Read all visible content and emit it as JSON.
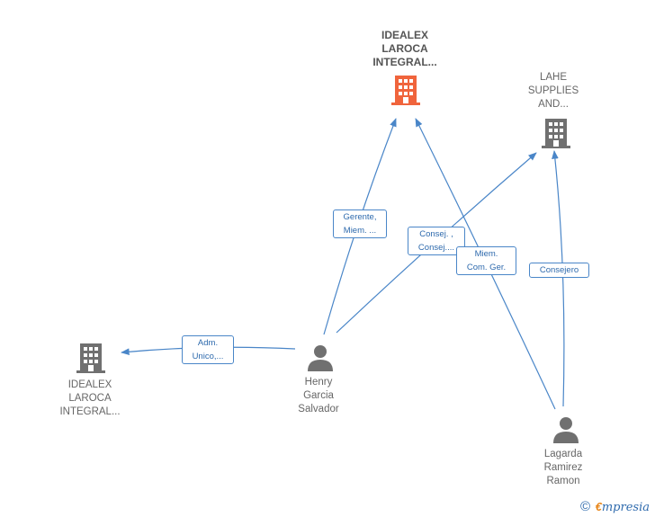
{
  "nodes": {
    "company_main": {
      "lines": [
        "IDEALEX",
        "LAROCA",
        "INTEGRAL..."
      ],
      "color": "#f0643c"
    },
    "company_lahe": {
      "lines": [
        "LAHE",
        "SUPPLIES",
        "AND..."
      ],
      "color": "#707070"
    },
    "company_left": {
      "lines": [
        "IDEALEX",
        "LAROCA",
        "INTEGRAL..."
      ],
      "color": "#707070"
    },
    "person_henry": {
      "lines": [
        "Henry",
        "Garcia",
        "Salvador"
      ],
      "color": "#707070"
    },
    "person_lagarda": {
      "lines": [
        "Lagarda",
        "Ramirez",
        "Ramon"
      ],
      "color": "#707070"
    }
  },
  "edges": {
    "gerente": {
      "lines": [
        "Gerente,",
        "Miem. ..."
      ]
    },
    "consej": {
      "lines": [
        "Consej. ,",
        "Consej...."
      ]
    },
    "miem": {
      "lines": [
        "Miem.",
        "Com. Ger."
      ]
    },
    "consejero": {
      "lines": [
        "Consejero"
      ]
    },
    "adm": {
      "lines": [
        "Adm.",
        "Unico,..."
      ]
    }
  },
  "edge_color": "#4a86c8",
  "footer": {
    "copyright": "©",
    "brand_e": "€",
    "brand_rest": "mpresia"
  }
}
